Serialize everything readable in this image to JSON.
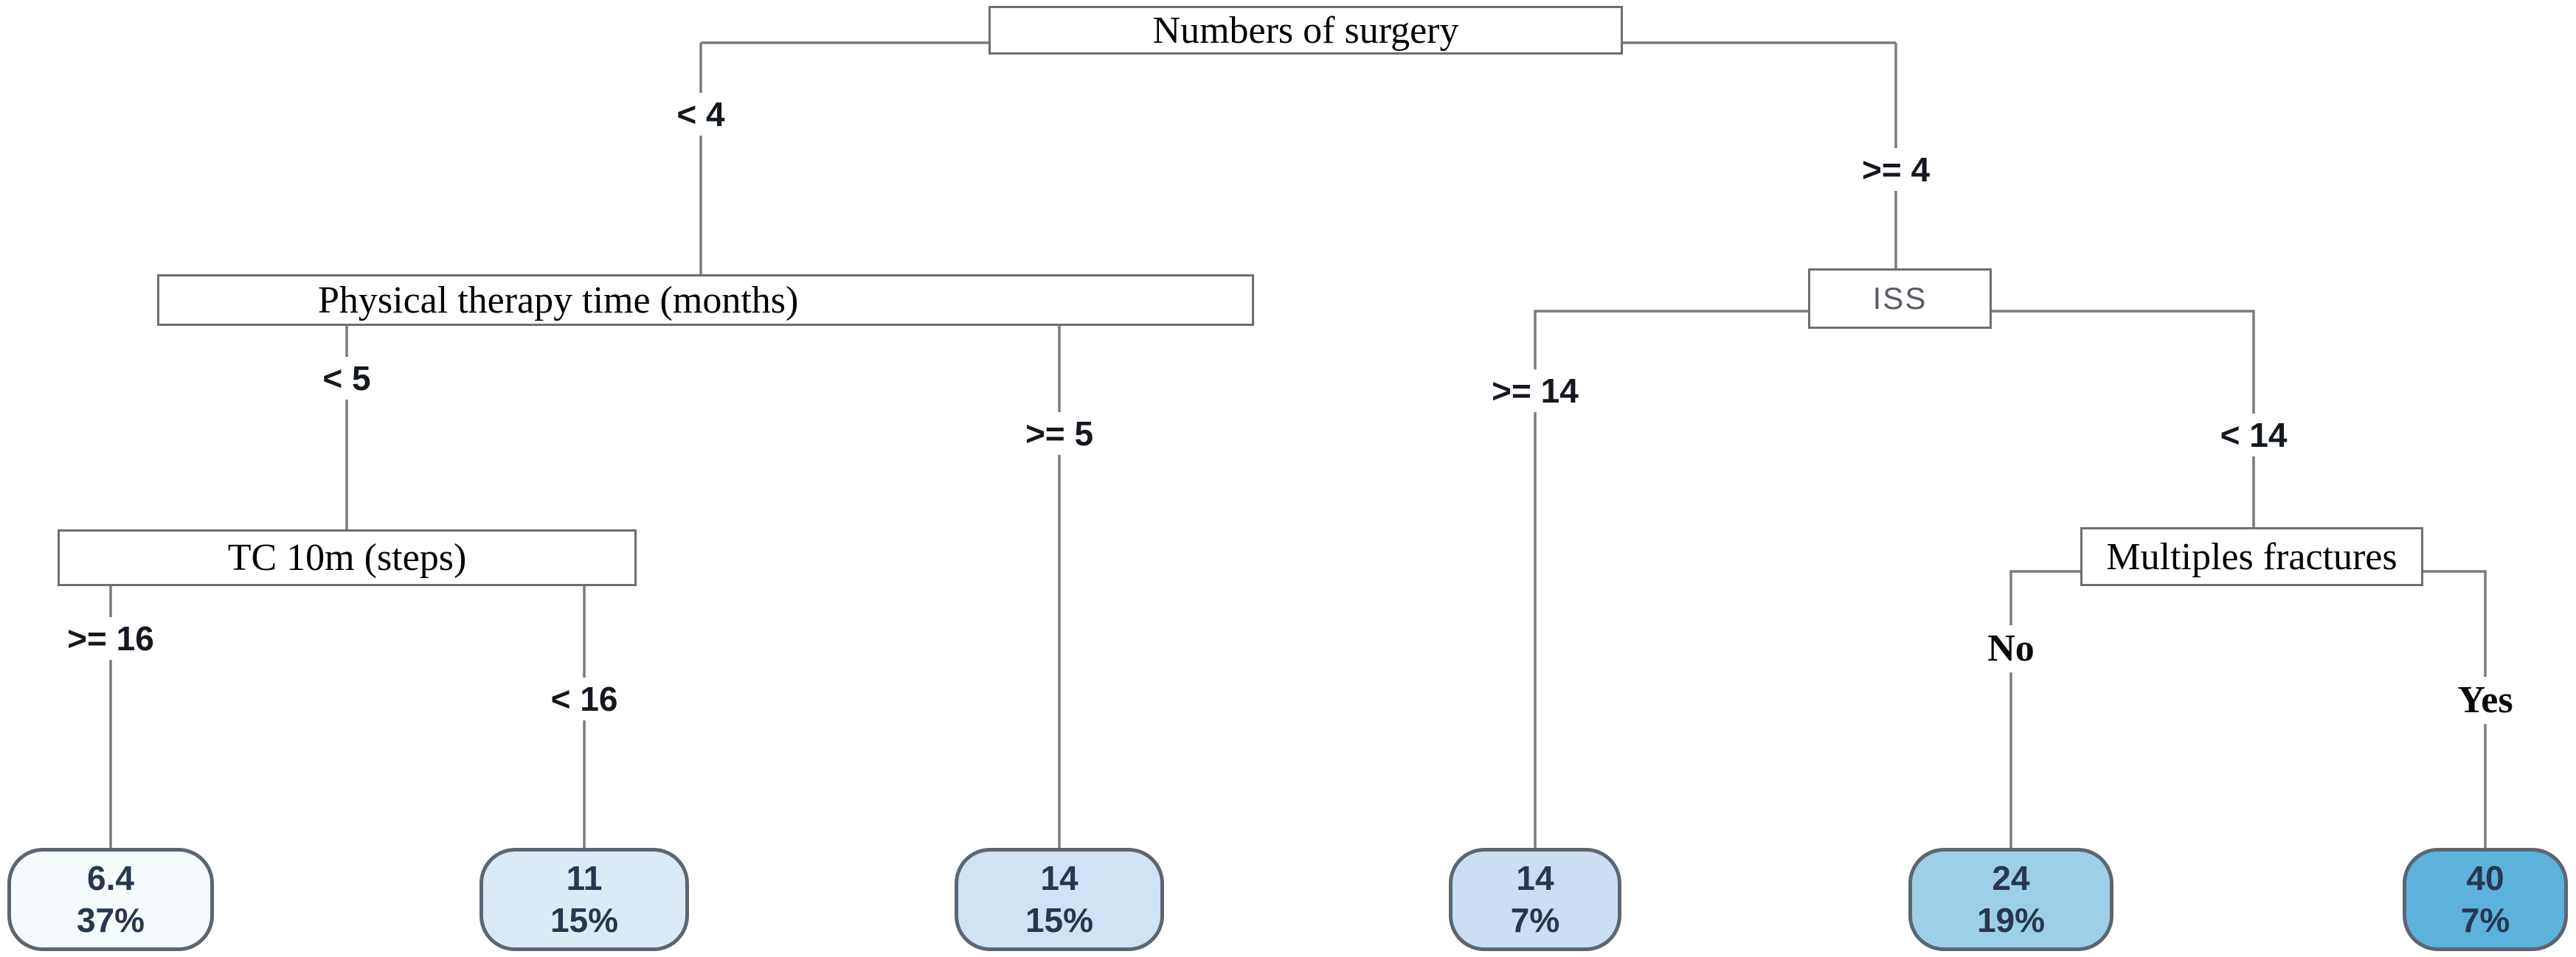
{
  "colors": {
    "background": "#ffffff",
    "line": "#7b7b7b",
    "node_border": "#6e6e6e",
    "leaf_border": "#5c6670",
    "node_text": "#000000",
    "iss_text": "#575c66",
    "branch_label_text": "#14181f",
    "leaf_text": "#27374f"
  },
  "nodes": {
    "root": {
      "label": "Numbers of surgery"
    },
    "physical_therapy": {
      "label": "Physical therapy time (months)"
    },
    "iss": {
      "label": "ISS"
    },
    "tc_10m": {
      "label": "TC 10m (steps)"
    },
    "multiple_fractures": {
      "label": "Multiples fractures"
    }
  },
  "branch_labels": {
    "root_left": "< 4",
    "root_right": ">= 4",
    "physical_therapy_left": "< 5",
    "physical_therapy_right": ">= 5",
    "iss_left": ">= 14",
    "iss_right": "< 14",
    "tc_10m_left": ">= 16",
    "tc_10m_right": "< 16",
    "multiple_fractures_left": "No",
    "multiple_fractures_right": "Yes"
  },
  "leaves": [
    {
      "value": "6.4",
      "percent": "37%",
      "fill": "#f5fafd"
    },
    {
      "value": "11",
      "percent": "15%",
      "fill": "#dceaf8"
    },
    {
      "value": "14",
      "percent": "15%",
      "fill": "#cfe3f5"
    },
    {
      "value": "14",
      "percent": "7%",
      "fill": "#cbdff3"
    },
    {
      "value": "24",
      "percent": "19%",
      "fill": "#9dcfe8"
    },
    {
      "value": "40",
      "percent": "7%",
      "fill": "#5db2dc"
    }
  ]
}
